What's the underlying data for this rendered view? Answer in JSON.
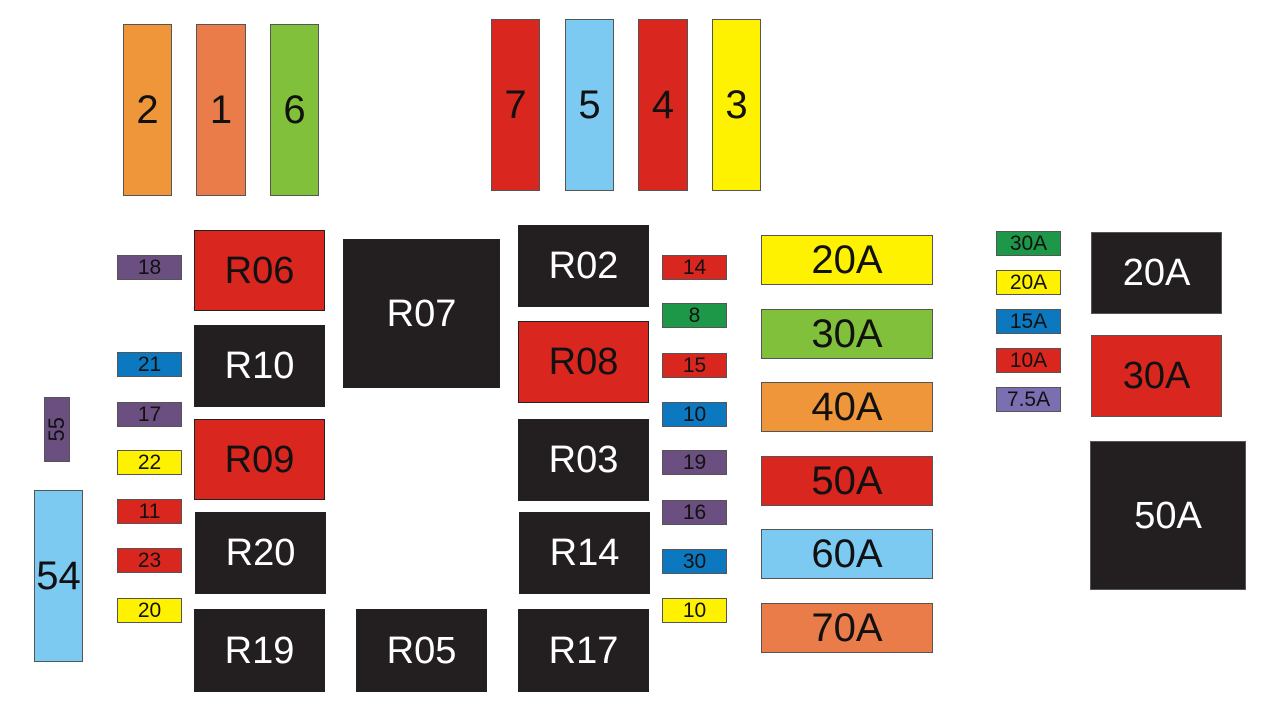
{
  "colors": {
    "orange": "#f0963a",
    "salmon": "#ea7c4a",
    "green": "#80c03b",
    "red": "#d9261f",
    "light_blue": "#7ccaf2",
    "yellow": "#fff200",
    "purple": "#6b4f80",
    "blue": "#0b78c0",
    "dark_green": "#1d9848",
    "lavender": "#7b6fb2",
    "black": "#231f20"
  },
  "top_fuses": [
    {
      "label": "2",
      "color": "orange"
    },
    {
      "label": "1",
      "color": "salmon"
    },
    {
      "label": "6",
      "color": "green"
    },
    {
      "label": "7",
      "color": "red"
    },
    {
      "label": "5",
      "color": "light_blue"
    },
    {
      "label": "4",
      "color": "red"
    },
    {
      "label": "3",
      "color": "yellow"
    }
  ],
  "relays": [
    "R06",
    "R07",
    "R02",
    "R10",
    "R08",
    "R09",
    "R03",
    "R20",
    "R14",
    "R19",
    "R05",
    "R17"
  ],
  "left_mini_fuses": [
    {
      "label": "18",
      "color": "purple"
    },
    {
      "label": "21",
      "color": "blue"
    },
    {
      "label": "17",
      "color": "purple"
    },
    {
      "label": "22",
      "color": "yellow"
    },
    {
      "label": "11",
      "color": "red"
    },
    {
      "label": "23",
      "color": "red"
    },
    {
      "label": "20",
      "color": "yellow"
    }
  ],
  "side_fuses": [
    {
      "label": "55",
      "color": "purple"
    },
    {
      "label": "54",
      "color": "light_blue"
    }
  ],
  "middle_mini_fuses": [
    {
      "label": "14",
      "color": "red"
    },
    {
      "label": "8",
      "color": "dark_green"
    },
    {
      "label": "15",
      "color": "red"
    },
    {
      "label": "10",
      "color": "blue"
    },
    {
      "label": "19",
      "color": "purple"
    },
    {
      "label": "16",
      "color": "purple"
    },
    {
      "label": "30",
      "color": "blue"
    },
    {
      "label": "10",
      "color": "yellow"
    }
  ],
  "maxi_fuses": [
    {
      "label": "20A",
      "color": "yellow"
    },
    {
      "label": "30A",
      "color": "green"
    },
    {
      "label": "40A",
      "color": "orange"
    },
    {
      "label": "50A",
      "color": "red"
    },
    {
      "label": "60A",
      "color": "light_blue"
    },
    {
      "label": "70A",
      "color": "salmon"
    }
  ],
  "legend_mini_fuses": [
    {
      "label": "30A",
      "color": "dark_green"
    },
    {
      "label": "20A",
      "color": "yellow"
    },
    {
      "label": "15A",
      "color": "blue"
    },
    {
      "label": "10A",
      "color": "red"
    },
    {
      "label": "7.5A",
      "color": "lavender"
    }
  ],
  "legend_large_fuses": [
    {
      "label": "20A",
      "color": "black"
    },
    {
      "label": "30A",
      "color": "red"
    },
    {
      "label": "50A",
      "color": "black"
    }
  ]
}
